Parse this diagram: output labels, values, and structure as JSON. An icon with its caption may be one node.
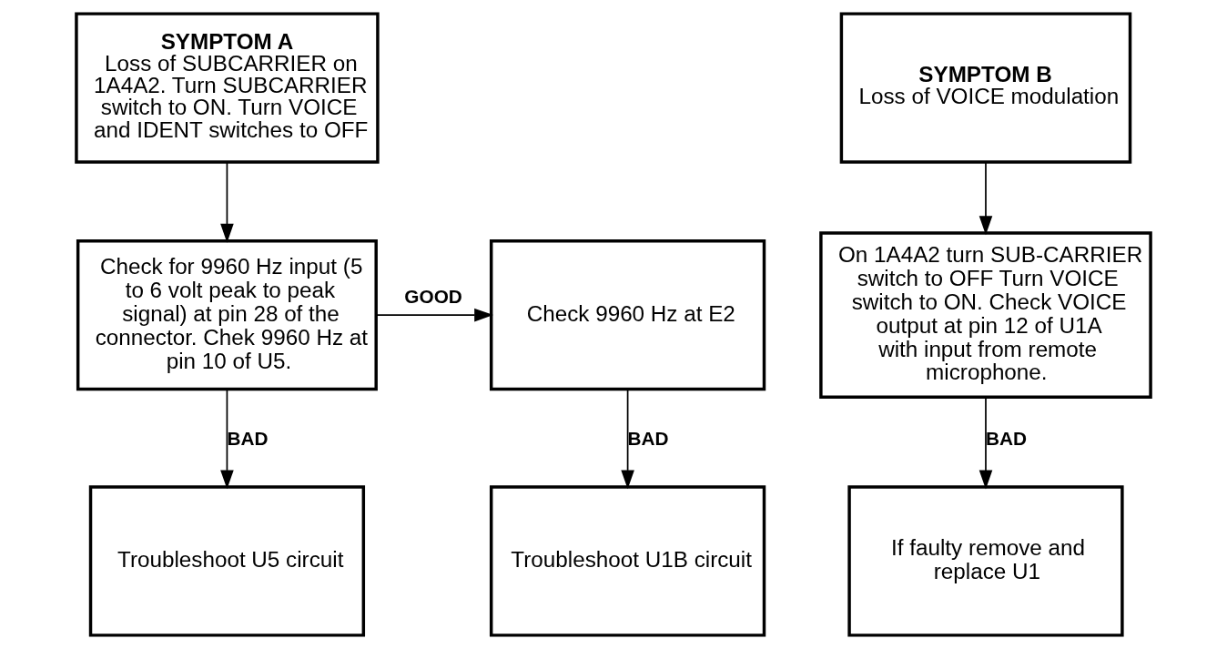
{
  "diagram": {
    "nodes": [
      {
        "text": [
          "SYMPTOM A",
          "Loss of SUBCARRIER on 1A4A2. Turn SUBCARRIER switch to ON. Turn VOICE and IDENT switches to OFF"
        ]
      },
      {
        "text": [
          "Check for 9960 Hz input (5 to 6 volt peak to peak signal) at pin 28 of the connector. Chek 9960 Hz at pin 10 of U5."
        ]
      },
      {
        "text": [
          "Check 9960 Hz at E2"
        ]
      },
      {
        "text": [
          "Troubleshoot U5 circuit"
        ]
      },
      {
        "text": [
          "Troubleshoot U1B circuit"
        ]
      },
      {
        "text": [
          "SYMPTOM B",
          "Loss of VOICE modulation"
        ]
      },
      {
        "text": [
          "On 1A4A2 turn SUB-CARRIER switch to OFF Turn VOICE switch to ON. Check VOICE output at pin 12 of U1A with input from remote microphone."
        ]
      },
      {
        "text": [
          "If faulty remove and replace U1"
        ]
      }
    ],
    "edges": [
      {
        "from": 0,
        "to": 1,
        "arrow": "to"
      },
      {
        "from": 1,
        "to": 2,
        "arrow": "to",
        "label": "GOOD"
      },
      {
        "from": 1,
        "to": 3,
        "arrow": "to",
        "label": "BAD"
      },
      {
        "from": 2,
        "to": 4,
        "arrow": "to",
        "label": "BAD"
      },
      {
        "from": 5,
        "to": 6,
        "arrow": "to"
      },
      {
        "from": 6,
        "to": 7,
        "arrow": "to",
        "label": "BAD"
      }
    ]
  }
}
